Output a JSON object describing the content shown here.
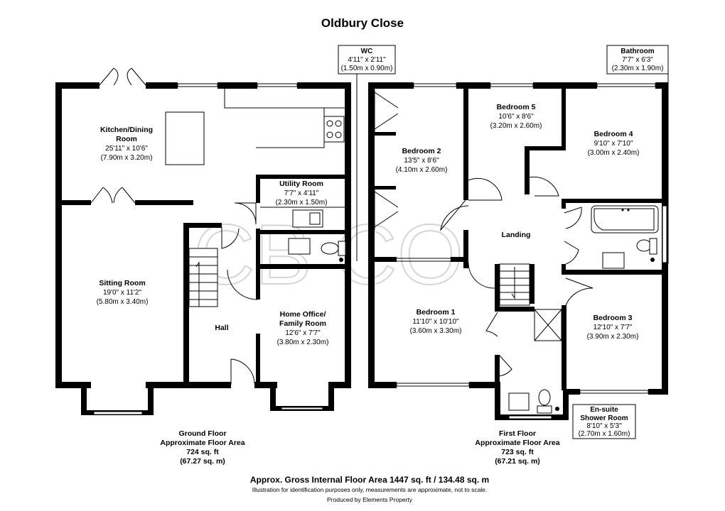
{
  "title": "Oldbury Close",
  "watermark": "CB CO",
  "callouts": {
    "wc": {
      "name": "WC",
      "imperial": "4'11\" x 2'11\"",
      "metric": "(1.50m x 0.90m)"
    },
    "bathroom": {
      "name": "Bathroom",
      "imperial": "7'7\" x 6'3\"",
      "metric": "(2.30m x 1.90m)"
    },
    "ensuite": {
      "name1": "En-suite",
      "name2": "Shower Room",
      "imperial": "8'10\" x 5'3\"",
      "metric": "(2.70m x 1.60m)"
    }
  },
  "rooms": {
    "kitchen": {
      "name1": "Kitchen/Dining",
      "name2": "Room",
      "imperial": "25'11\" x 10'6\"",
      "metric": "(7.90m x 3.20m)"
    },
    "utility": {
      "name": "Utility Room",
      "imperial": "7'7\" x  4'11\"",
      "metric": "(2.30m x 1.50m)"
    },
    "sitting": {
      "name": "Sitting Room",
      "imperial": "19'0\" x 11'2\"",
      "metric": "(5.80m x 3.40m)"
    },
    "hall": {
      "name": "Hall"
    },
    "office": {
      "name1": "Home Office/",
      "name2": "Family Room",
      "imperial": "12'6\" x 7'7\"",
      "metric": "(3.80m x 2.30m)"
    },
    "bedroom2": {
      "name": "Bedroom 2",
      "imperial": "13'5\" x 8'6\"",
      "metric": "(4.10m x 2.60m)"
    },
    "bedroom5": {
      "name": "Bedroom 5",
      "imperial": "10'6\" x 8'6\"",
      "metric": "(3.20m x 2.60m)"
    },
    "bedroom4": {
      "name": "Bedroom 4",
      "imperial": "9'10\" x 7'10\"",
      "metric": "(3.00m x 2.40m)"
    },
    "landing": {
      "name": "Landing"
    },
    "bedroom1": {
      "name": "Bedroom 1",
      "imperial": "11'10\" x 10'10\"",
      "metric": "(3.60m x 3.30m)"
    },
    "bedroom3": {
      "name": "Bedroom 3",
      "imperial": "12'10\" x 7'7\"",
      "metric": "(3.90m x 2.30m)"
    }
  },
  "floors": {
    "ground": {
      "line1": "Ground Floor",
      "line2": "Approximate Floor Area",
      "line3": "724 sq. ft",
      "line4": "(67.27 sq. m)"
    },
    "first": {
      "line1": "First Floor",
      "line2": "Approximate Floor Area",
      "line3": "723 sq. ft",
      "line4": "(67.21 sq. m)"
    }
  },
  "footer": {
    "gross": "Approx. Gross Internal Floor Area 1447 sq. ft / 134.48 sq. m",
    "disclaimer": "Illustration for identification purposes only, measurements are approximate, not to scale.",
    "credit": "Produced by Elements Property"
  }
}
